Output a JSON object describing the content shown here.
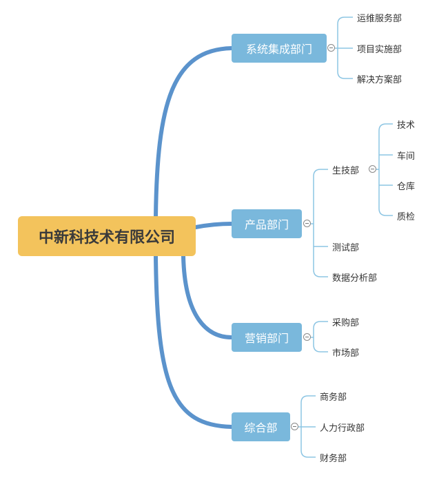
{
  "root": {
    "label": "中新科技术有限公司"
  },
  "departments": [
    {
      "label": "系统集成部门",
      "children": [
        "运维服务部",
        "项目实施部",
        "解决方案部"
      ]
    },
    {
      "label": "产品部门",
      "children": [
        "生技部",
        "测试部",
        "数据分析部"
      ],
      "sub": {
        "label": "生技部",
        "children": [
          "技术",
          "车间",
          "仓库",
          "质检"
        ]
      }
    },
    {
      "label": "营销部门",
      "children": [
        "采购部",
        "市场部"
      ]
    },
    {
      "label": "综合部",
      "children": [
        "商务部",
        "人力行政部",
        "财务部"
      ]
    }
  ],
  "colors": {
    "root_fill": "#f3c35c",
    "dept_fill": "#7ab8dc",
    "trunk": "#5b93cc",
    "branch": "#8cc5e3"
  }
}
